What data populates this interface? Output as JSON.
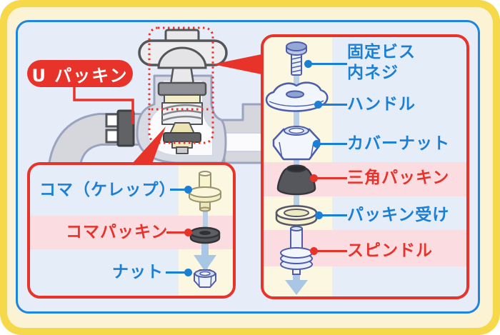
{
  "frame": {
    "outer_border_color": "#F6D84B",
    "inner_mat_color": "#FCF3D4",
    "canvas_border_color": "#1C86E0",
    "canvas_bg_color": "#E6EDF9"
  },
  "palette": {
    "accent_red": "#E8332A",
    "label_blue": "#1A7FD5",
    "highlight_pink": "#FBDCE1",
    "parts_column_yellow": "#FCF7E0",
    "panel_bg_blue": "#E4EDF8",
    "pipe_gray": "#D5D7DC",
    "dark_packing_gray": "#55575C",
    "cream_part": "#F7F1CE",
    "arrow_blue": "#A9C7E4"
  },
  "u_packing_badge": {
    "label": "U パッキン",
    "bg": "#E8332A",
    "text_color": "#FFFFFF"
  },
  "exploded_panel": {
    "items": [
      {
        "label": "固定ビス",
        "label_line2": "内ネジ",
        "color": "blue",
        "highlighted": false,
        "icon": "screw-icon"
      },
      {
        "label": "ハンドル",
        "color": "blue",
        "highlighted": false,
        "icon": "handle-icon"
      },
      {
        "label": "カバーナット",
        "color": "blue",
        "highlighted": false,
        "icon": "cover-nut-icon"
      },
      {
        "label": "三角パッキン",
        "color": "red",
        "highlighted": true,
        "icon": "triangle-packing-icon"
      },
      {
        "label": "パッキン受け",
        "color": "blue",
        "highlighted": false,
        "icon": "packing-seat-icon"
      },
      {
        "label": "スピンドル",
        "color": "red",
        "highlighted": true,
        "icon": "spindle-icon"
      }
    ]
  },
  "koma_panel": {
    "items": [
      {
        "label": "コマ（ケレップ）",
        "color": "blue",
        "highlighted": false,
        "icon": "koma-icon"
      },
      {
        "label": "コマパッキン",
        "color": "red",
        "highlighted": true,
        "icon": "koma-packing-icon"
      },
      {
        "label": "ナット",
        "color": "blue",
        "highlighted": false,
        "icon": "nut-icon"
      }
    ]
  }
}
